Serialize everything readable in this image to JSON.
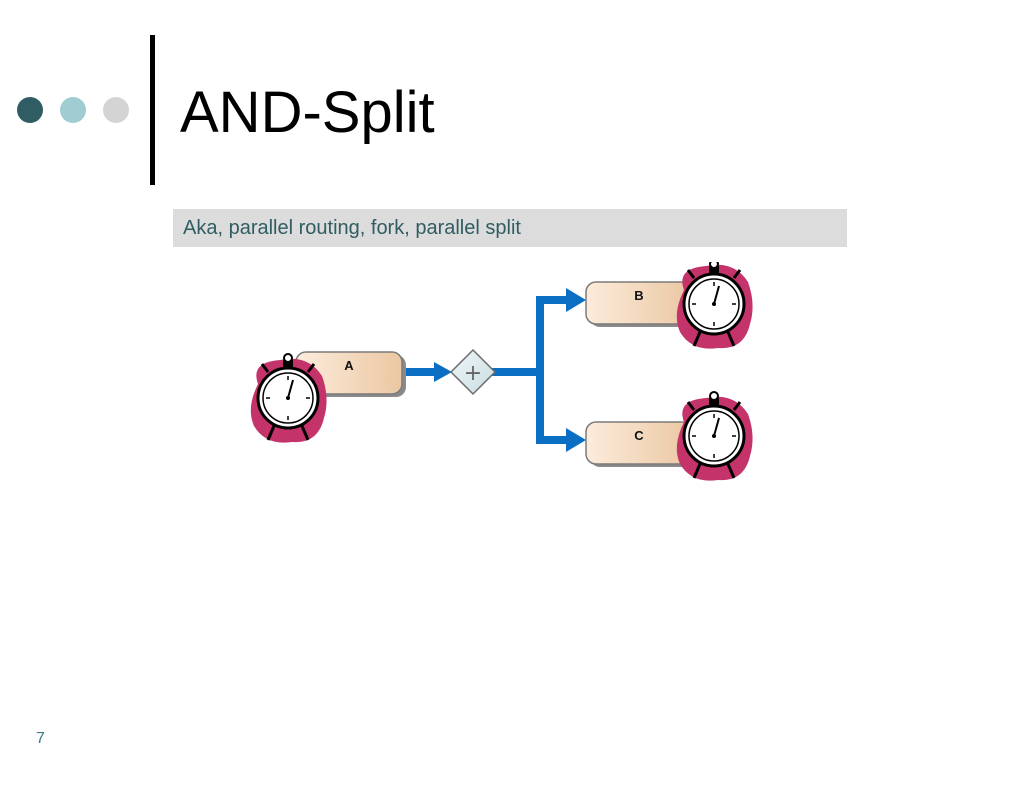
{
  "slide": {
    "title": "AND-Split",
    "subtitle": "Aka, parallel routing, fork, parallel split",
    "number": "7"
  },
  "colors": {
    "dot_1": "#2f5d63",
    "dot_2": "#9fcdd1",
    "dot_3": "#d4d4d4",
    "flow": "#0a6fc2",
    "task_fill_light": "#fcecdc",
    "task_fill_dark": "#ebc7a2",
    "blob": "#c4336a",
    "gateway_fill": "#c8dde2"
  },
  "icons": [
    "stopwatch-icon",
    "plus-icon"
  ],
  "diagram": {
    "tasks": [
      {
        "label": "A"
      },
      {
        "label": "B"
      },
      {
        "label": "C"
      }
    ],
    "gateway": {
      "symbol": "+"
    }
  }
}
